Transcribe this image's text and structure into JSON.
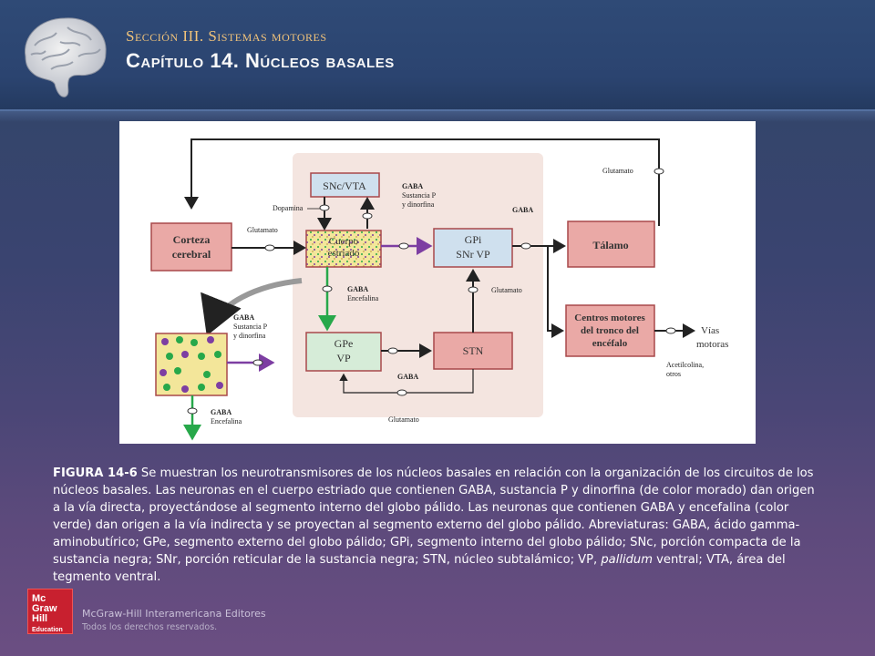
{
  "header": {
    "section": "Sección III. Sistemas motores",
    "chapter": "Capítulo 14.  Núcleos basales"
  },
  "diagram": {
    "boxes": {
      "corteza_line1": "Corteza",
      "corteza_line2": "cerebral",
      "snc_vta": "SNc/VTA",
      "cuerpo_line1": "Cuerpo",
      "cuerpo_line2": "estriado",
      "gpi_line1": "GPi",
      "gpi_line2": "SNr VP",
      "talamo": "Tálamo",
      "gpe_line1": "GPe",
      "gpe_line2": "VP",
      "stn": "STN",
      "centros_line1": "Centros motores",
      "centros_line2": "del tronco del",
      "centros_line3": "encéfalo"
    },
    "labels": {
      "glutamato_top": "Glutamato",
      "dopamina": "Dopamina",
      "glutamato_cortex": "Glutamato",
      "gaba_snc_1": "GABA",
      "gaba_snc_2": "Sustancia P",
      "gaba_snc_3": "y dinorfina",
      "gaba_gpi": "GABA",
      "gaba_enc_1": "GABA",
      "gaba_enc_2": "Encefalina",
      "glutamato_stn": "Glutamato",
      "gaba_inset_1": "GABA",
      "gaba_inset_2": "Sustancia P",
      "gaba_inset_3": "y dinorfina",
      "gaba_stn": "GABA",
      "glutamato_bottom": "Glutamato",
      "gaba_inset_bottom_1": "GABA",
      "gaba_inset_bottom_2": "Encefalina",
      "vias_1": "Vías",
      "vias_2": "motoras",
      "acetil_1": "Acetilcolina,",
      "acetil_2": "otros"
    },
    "colors": {
      "box_fill": "#eaa9a6",
      "box_stroke": "#a8484a",
      "blue_box": "#cfe0ee",
      "green_box": "#d6ecd8",
      "striatum_fill": "#f3e69a",
      "purple_arrow": "#7d3ea2",
      "green_arrow": "#27a84a",
      "shaded_region": "#f4e5e0"
    }
  },
  "caption": {
    "label": "FIGURA 14-6",
    "part1": " Se muestran los neurotransmisores de los núcleos basales en relación con la organización de los circuitos de los núcleos basales. Las neuronas en el cuerpo estriado que contienen GABA, sustancia P y dinorfina (de color morado) dan origen a la vía directa, proyectándose al segmento interno del globo pálido. Las neuronas que contienen GABA y encefalina (color verde) dan origen a la vía indirecta y se proyectan al segmento externo del globo pálido. Abreviaturas: GABA, ácido gamma-aminobutírico; GPe, segmento externo del globo pálido; GPi, segmento interno del globo pálido; SNc, porción compacta de la sustancia negra; SNr, porción reticular de la sustancia negra; STN, núcleo subtalámico; VP, ",
    "italic": "pallidum",
    "part2": " ventral; VTA, área del tegmento ventral."
  },
  "footer": {
    "logo_line1": "Mc",
    "logo_line2": "Graw",
    "logo_line3": "Hill",
    "logo_line4": "Education",
    "publisher": "McGraw-Hill Interamericana Editores",
    "rights": "Todos los derechos reservados."
  }
}
